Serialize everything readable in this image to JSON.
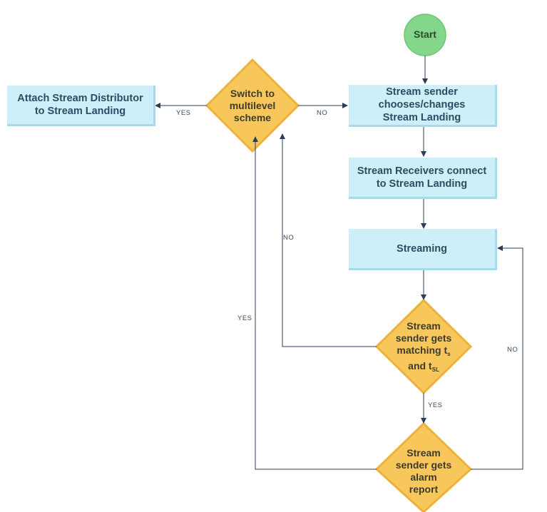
{
  "nodes": {
    "start": "Start",
    "choose_landing": {
      "line1": "Stream sender",
      "line2": "chooses/changes",
      "line3": "Stream Landing"
    },
    "receivers_connect": {
      "line1": "Stream Receivers connect",
      "line2": "to Stream Landing"
    },
    "streaming": "Streaming",
    "attach_distributor": {
      "line1": "Attach Stream Distributor",
      "line2": "to Stream Landing"
    },
    "switch_multilevel": {
      "line1": "Switch to",
      "line2": "multilevel",
      "line3": "scheme"
    },
    "matching": {
      "line1": "Stream",
      "line2": "sender gets",
      "line3": "matching t",
      "sub1": "s",
      "line4_pre": "and t",
      "sub2": "SL"
    },
    "alarm": {
      "line1": "Stream",
      "line2": "sender gets",
      "line3": "alarm",
      "line4": "report"
    }
  },
  "edge_labels": {
    "switch_to_attach": "YES",
    "switch_to_choose": "NO",
    "matching_to_switch": "NO",
    "alarm_to_switch": "YES",
    "matching_to_alarm": "YES",
    "alarm_to_streaming": "NO"
  },
  "colors": {
    "process_fill": "#cdeffa",
    "decision_fill": "#f8c75c",
    "decision_border": "#eeb23a",
    "start_fill": "#84d68a",
    "connector": "#2c3e57"
  }
}
